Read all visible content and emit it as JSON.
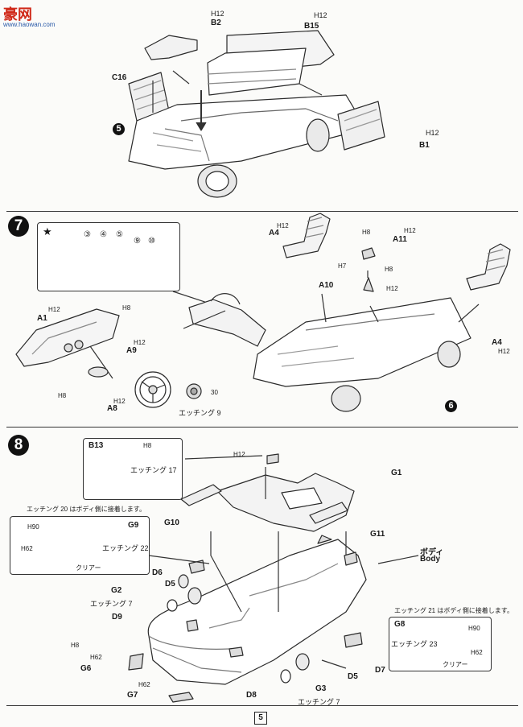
{
  "watermark": {
    "cn": "豪网",
    "url": "www.haowan.com"
  },
  "top": {
    "refs": {
      "b2_h": "H12",
      "b2": "B2",
      "b15_h": "H12",
      "b15": "B15",
      "c16": "C16",
      "b1_h": "H12",
      "b1": "B1"
    },
    "step_ref": "5"
  },
  "step7": {
    "number": "7",
    "inset_star": "★",
    "inset_decals": [
      "③",
      "④",
      "⑤",
      "⑨",
      "⑩"
    ],
    "refs": {
      "a4_h": "H12",
      "a4": "A4",
      "h8": "H8",
      "a11_h": "H12",
      "a11": "A11",
      "h7": "H7",
      "h8b": "H8",
      "a10": "A10",
      "h12": "H12",
      "a1_h": "H12",
      "a1": "A1",
      "h8c": "H8",
      "a9_h": "H12",
      "a9": "A9",
      "h8d": "H8",
      "a8_h": "H12",
      "a8": "A8"
    },
    "decal_30": "30",
    "etching_9": "エッチング 9",
    "step_ref": "6"
  },
  "step8": {
    "number": "8",
    "refs": {
      "b13": "B13",
      "h8": "H8",
      "h12": "H12",
      "g1": "G1",
      "g10": "G10",
      "g11": "G11",
      "d6": "D6",
      "d5": "D5",
      "g2": "G2",
      "d9": "D9",
      "h8b": "H8",
      "h62": "H62",
      "g6": "G6",
      "d7": "D7",
      "h62b": "H62",
      "g3": "G3",
      "g7": "G7",
      "d8": "D8"
    },
    "etching_17": "エッチング 17",
    "note_20": "エッチング 20 はボディ側に接着します。",
    "inset_g9": {
      "h90": "H90",
      "g9": "G9",
      "h62": "H62",
      "etching": "エッチング 22",
      "clear": "クリアー"
    },
    "body_jp": "ボディ",
    "body_en": "Body",
    "etching_7": "エッチング 7",
    "note_21": "エッチング 21 はボディ側に接着します。",
    "inset_g8": {
      "g8": "G8",
      "h90": "H90",
      "etching": "エッチング 23",
      "h62": "H62",
      "clear": "クリアー"
    }
  },
  "page_number": "5"
}
